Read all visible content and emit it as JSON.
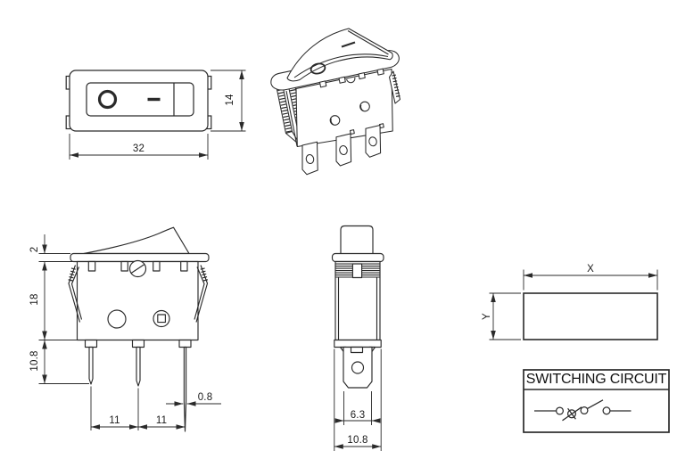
{
  "colors": {
    "line": "#2a2a2a",
    "background": "#ffffff",
    "text": "#1a1a1a"
  },
  "views": {
    "top_view": {
      "width_mm": "32",
      "height_mm": "14"
    },
    "front_view": {
      "flange_thickness": "2",
      "body_height": "18",
      "terminal_length": "10.8",
      "pitch_left": "11",
      "pitch_right": "11",
      "terminal_thickness": "0.8"
    },
    "side_view": {
      "terminal_width": "6.3",
      "body_width": "10.8"
    },
    "panel_cutout": {
      "width_label": "X",
      "height_label": "Y"
    },
    "circuit_box": {
      "title": "SWITCHING CIRCUIT"
    }
  },
  "icons": [
    "off-symbol",
    "on-symbol",
    "screw-slot-icon",
    "lamp-icon",
    "switch-contact-icon"
  ]
}
